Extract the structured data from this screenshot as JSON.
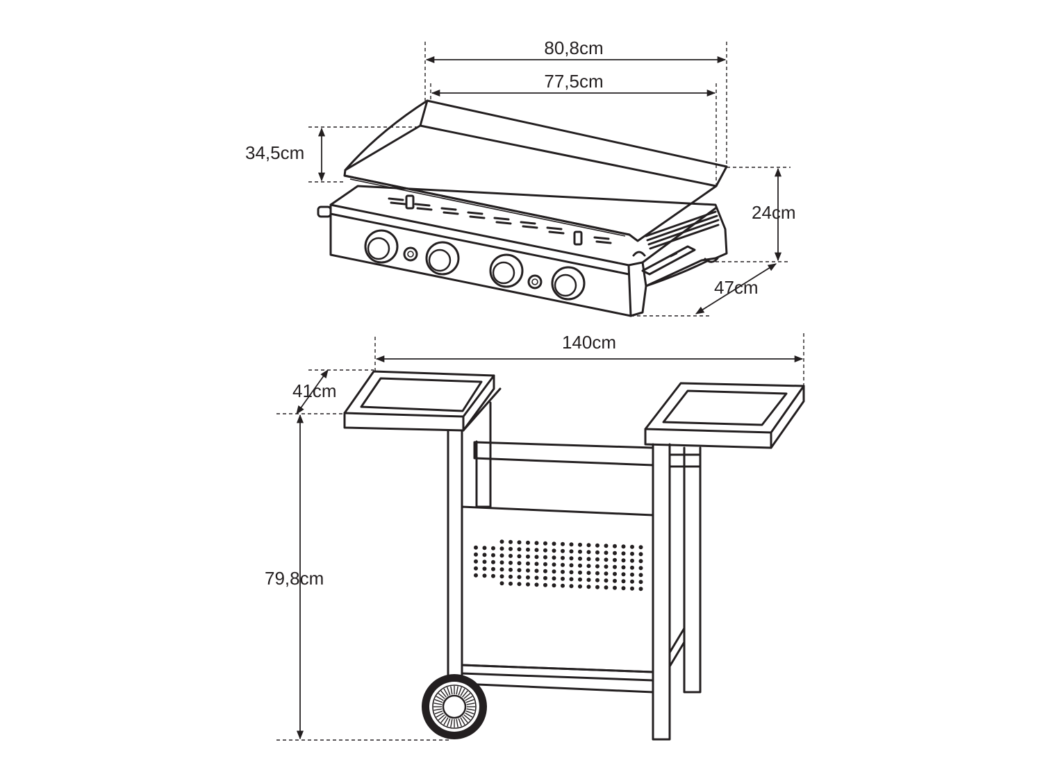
{
  "dimensions": {
    "griddle_outer_width": "80,8cm",
    "griddle_plate_width": "77,5cm",
    "griddle_hood_height": "34,5cm",
    "griddle_body_height": "24cm",
    "griddle_depth": "47cm",
    "cart_total_width": "140cm",
    "cart_shelf_depth": "41cm",
    "cart_height": "79,8cm"
  },
  "colors": {
    "ink": "#231f20",
    "background": "#ffffff"
  }
}
